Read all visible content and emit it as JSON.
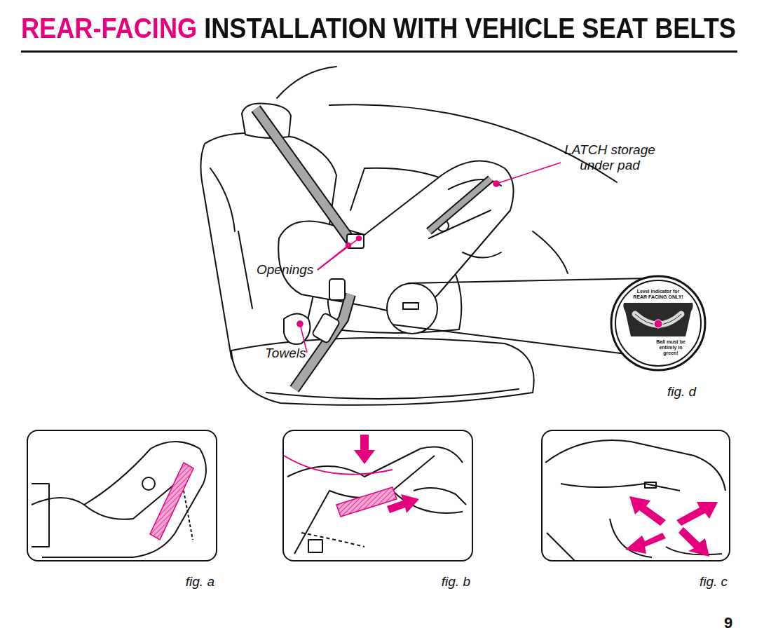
{
  "diagram": {
    "title": "REAR-FACING INSTALLATION WITH VEHICLE SEAT BELTS",
    "nodes": [
      {
        "text": [
          "Level indicator for REAR FACING ONLY!",
          "Ball must be entirely in green!"
        ]
      },
      {
        "text": [
          "fig. a"
        ]
      },
      {
        "text": [
          "fig. b"
        ]
      },
      {
        "text": [
          "fig. c"
        ]
      }
    ],
    "labels": [
      "LATCH storage under pad",
      "Openings",
      "Towels",
      "fig. d",
      "9"
    ]
  }
}
